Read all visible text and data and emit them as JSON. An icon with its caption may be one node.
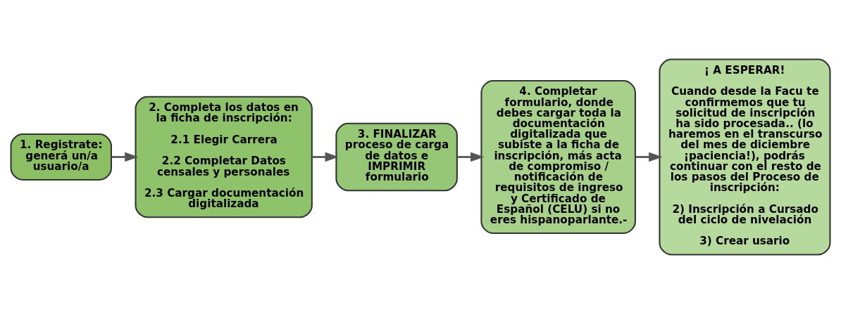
{
  "diagram": {
    "nodes": [
      {
        "text": [
          "1. Registrate: generá un/a usuario/a"
        ]
      },
      {
        "text": [
          "2. Completa los datos en la ficha de inscripción:",
          "2.1 Elegir Carrera",
          "2.2 Completar Datos censales y personales",
          "2.3 Cargar documentación digitalizada"
        ]
      },
      {
        "text": [
          "3. FINALIZAR proceso de carga de datos e IMPRIMIR formulario"
        ]
      },
      {
        "text": [
          "4. Completar formulario, donde debes cargar toda la documentación digitalizada que subiste a la ficha de inscripción, más acta de compromiso / notificación de requisitos de ingreso y Certificado de Español (CELU) si no eres hispanoparlante.-"
        ]
      },
      {
        "text": [
          "¡ A ESPERAR!",
          "Cuando desde la Facu te confirmemos que tu solicitud de inscripción ha sido procesada.. (lo haremos en el transcurso del mes de diciembre ¡paciencia!), podrás continuar con el resto de los pasos del Proceso de inscripción:",
          "2) Inscripción a Cursado del ciclo de nivelación",
          "3) Crear usario"
        ]
      }
    ],
    "edges": [
      {
        "from": 0,
        "to": 1,
        "arrow": "to"
      },
      {
        "from": 1,
        "to": 2,
        "arrow": "to"
      },
      {
        "from": 2,
        "to": 3,
        "arrow": "to"
      },
      {
        "from": 3,
        "to": 4,
        "arrow": "to"
      }
    ]
  }
}
